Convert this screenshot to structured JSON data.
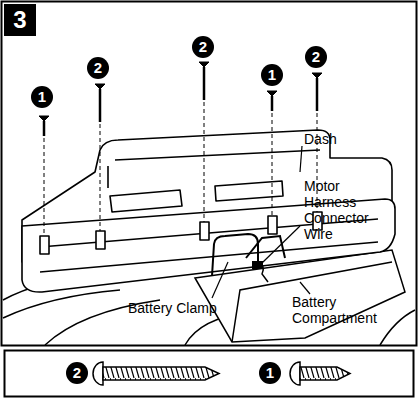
{
  "diagram": {
    "nodes": [
      {
        "text": [
          "3"
        ]
      }
    ],
    "labels": [
      "1",
      "2",
      "2",
      "1",
      "2",
      "Dash",
      "Motor Harness Connector Wire",
      "Battery Clamp",
      "Battery Compartment",
      "2",
      "1"
    ]
  }
}
